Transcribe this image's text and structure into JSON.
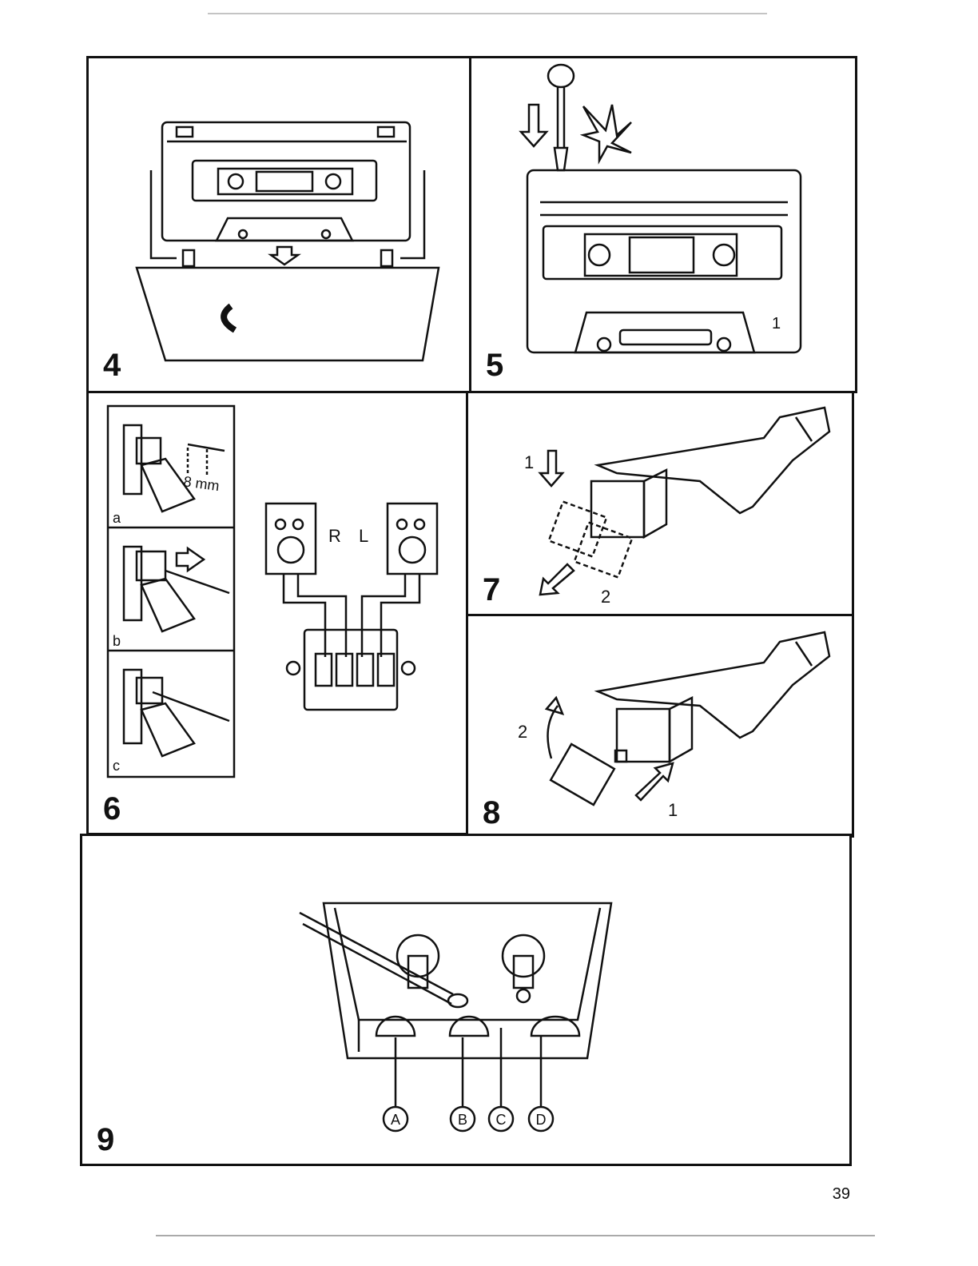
{
  "panels": [
    {
      "number": "4"
    },
    {
      "number": "5",
      "marker": "1"
    },
    {
      "number": "6",
      "steps": [
        "a",
        "b",
        "c"
      ],
      "strip_length": "8 mm",
      "channels": [
        "R",
        "L"
      ]
    },
    {
      "number": "7",
      "steps": [
        "1",
        "2"
      ]
    },
    {
      "number": "8",
      "steps": [
        "1",
        "2"
      ]
    },
    {
      "number": "9",
      "parts": [
        "A",
        "B",
        "C",
        "D"
      ]
    }
  ],
  "page_number": "39"
}
